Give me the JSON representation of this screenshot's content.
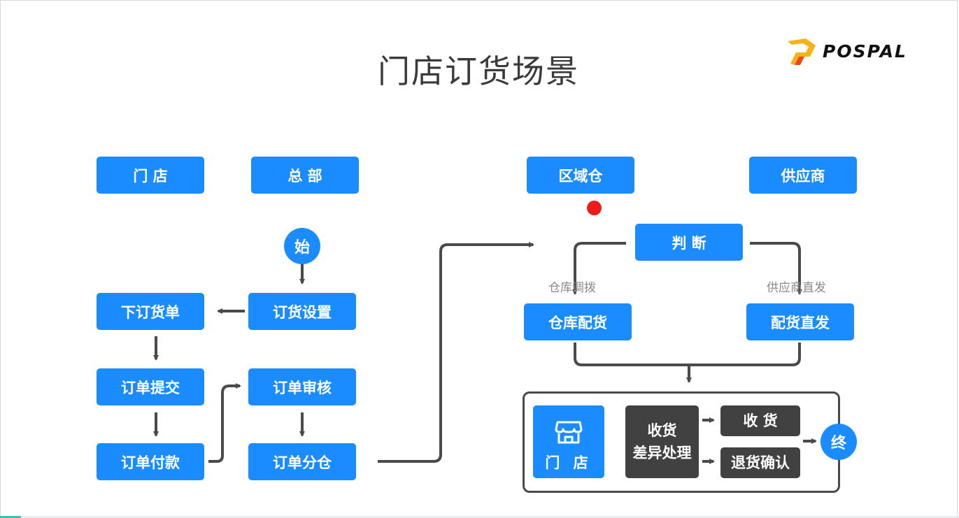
{
  "title": "门店订货场景",
  "logo": {
    "text": "POSPAL",
    "brand_colors": [
      "#f7b217",
      "#f0461c"
    ]
  },
  "colors": {
    "primary": "#1a8cff",
    "dark": "#414141",
    "connector": "#4a4a4a",
    "marker": "#ee1b1b",
    "route_label": "#8a8a8a"
  },
  "lanes": {
    "store": "门 店",
    "hq": "总 部",
    "regional_warehouse": "区域仓",
    "supplier": "供应商"
  },
  "nodes": {
    "start": "始",
    "order_setting": "订货设置",
    "place_order": "下订货单",
    "submit_order": "订单提交",
    "order_payment": "订单付款",
    "order_review": "订单审核",
    "order_allocation": "订单分仓",
    "decision": "判 断",
    "warehouse_distribution": "仓库配货",
    "direct_delivery": "配货直发",
    "store_card": "门 店",
    "receipt_diff_line1": "收货",
    "receipt_diff_line2": "差异处理",
    "receive": "收 货",
    "return_confirm": "退货确认",
    "end": "终"
  },
  "routes": {
    "warehouse_transfer": "仓库调拨",
    "supplier_direct": "供应商直发"
  },
  "icons": {
    "store": "storefront-icon"
  }
}
